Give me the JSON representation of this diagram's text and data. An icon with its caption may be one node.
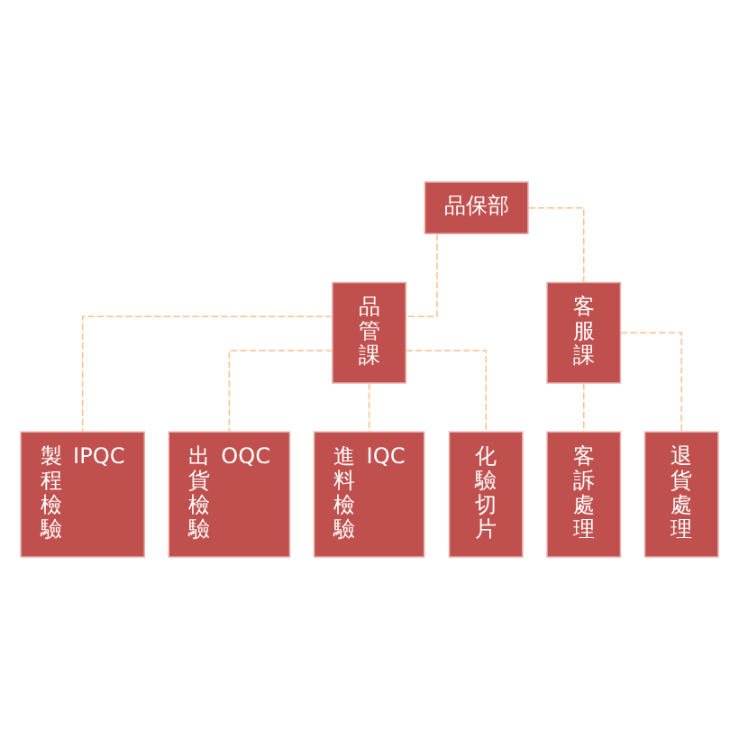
{
  "diagram": {
    "nodes": [
      {
        "text": [
          "品保部"
        ]
      },
      {
        "text": [
          "品管課"
        ]
      },
      {
        "text": [
          "客服課"
        ]
      },
      {
        "text": [
          "製程檢驗",
          "IPQC"
        ]
      },
      {
        "text": [
          "出貨檢驗",
          "OQC"
        ]
      },
      {
        "text": [
          "進料檢驗",
          "IQC"
        ]
      },
      {
        "text": [
          "化驗切片"
        ]
      },
      {
        "text": [
          "客訴處理"
        ]
      },
      {
        "text": [
          "退貨處理"
        ]
      }
    ],
    "edges": [
      {
        "from": 0,
        "to": 1,
        "arrow": "none",
        "style": "dashed"
      },
      {
        "from": 0,
        "to": 2,
        "arrow": "none",
        "style": "dashed"
      },
      {
        "from": 1,
        "to": 3,
        "arrow": "none",
        "style": "dashed"
      },
      {
        "from": 1,
        "to": 4,
        "arrow": "none",
        "style": "dashed"
      },
      {
        "from": 1,
        "to": 5,
        "arrow": "none",
        "style": "dashed"
      },
      {
        "from": 1,
        "to": 6,
        "arrow": "none",
        "style": "dashed"
      },
      {
        "from": 2,
        "to": 7,
        "arrow": "none",
        "style": "dashed"
      },
      {
        "from": 2,
        "to": 8,
        "arrow": "none",
        "style": "dashed"
      }
    ]
  }
}
